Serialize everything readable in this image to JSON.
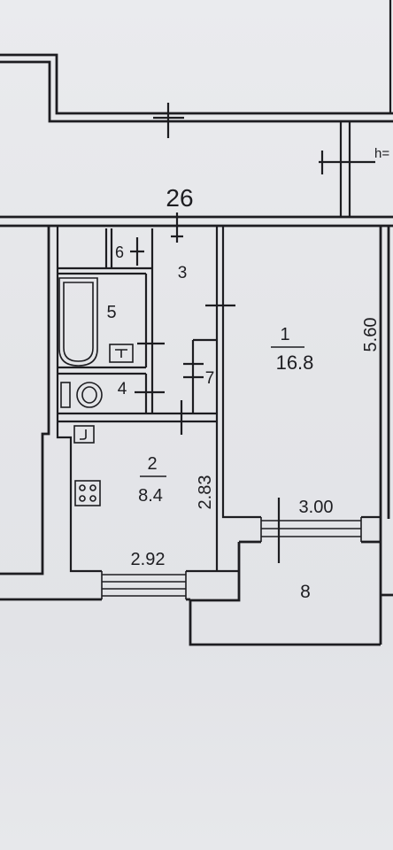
{
  "plan": {
    "entrance_number": "26",
    "ceiling_height_label": "h=",
    "rooms": [
      {
        "number": "1",
        "area": "16.8"
      },
      {
        "number": "2",
        "area": "8.4"
      },
      {
        "number": "3"
      },
      {
        "number": "4"
      },
      {
        "number": "5"
      },
      {
        "number": "6"
      },
      {
        "number": "7"
      },
      {
        "number": "8"
      }
    ],
    "dimensions": {
      "room1_length": "5.60",
      "room1_width": "3.00",
      "kitchen_length": "2.83",
      "kitchen_width": "2.92"
    }
  },
  "colors": {
    "ink": "#1d1d21",
    "paper": "#e4e5e8"
  }
}
